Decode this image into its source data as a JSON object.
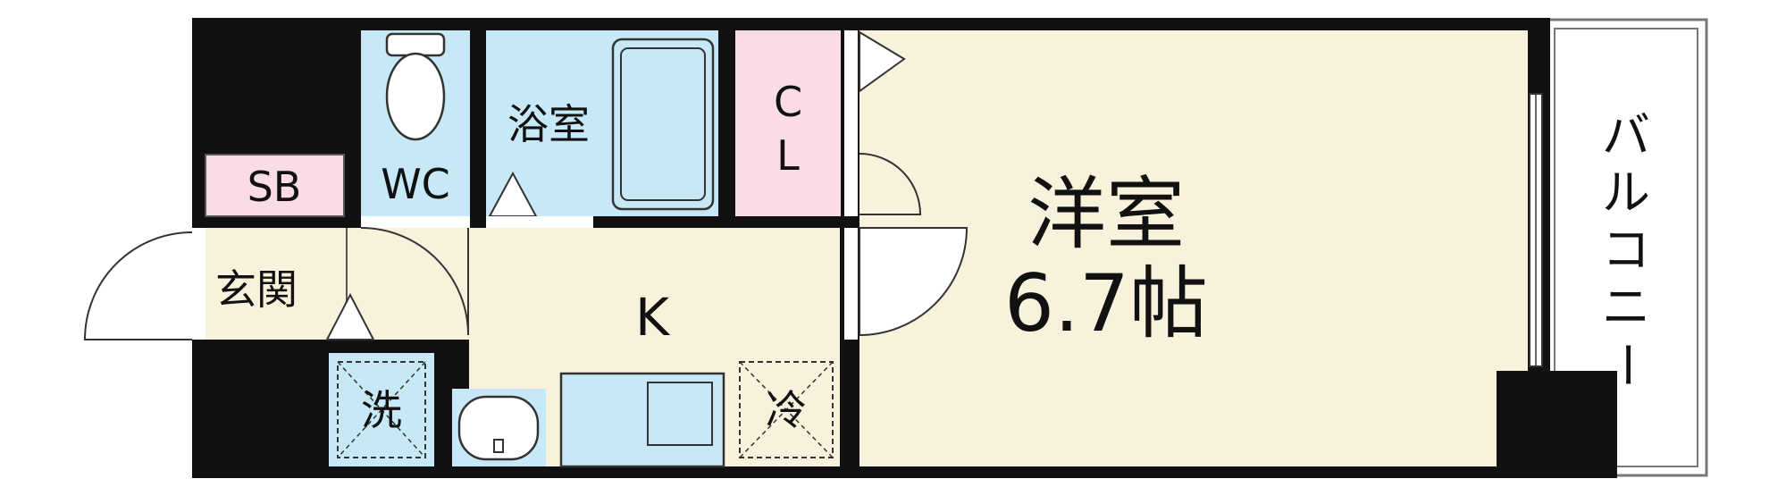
{
  "rooms": {
    "western_room": {
      "name": "洋室",
      "size": "6.7帖"
    },
    "kitchen": "K",
    "bathroom": "浴室",
    "closet": {
      "line1": "C",
      "line2": "L"
    },
    "toilet": "WC",
    "shoe_box": "SB",
    "entrance": "玄関",
    "washer": "洗",
    "fridge": "冷",
    "balcony": "バルコニー"
  },
  "colors": {
    "wall": "#111111",
    "room_floor": "#f8f1dc",
    "wet_area": "#c7e9f7",
    "storage": "#fadce6",
    "outline": "#555555",
    "background": "#ffffff"
  }
}
